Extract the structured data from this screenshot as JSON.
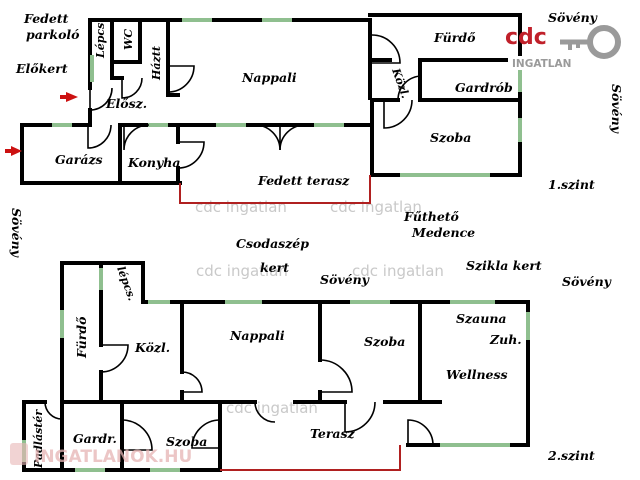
{
  "brand": {
    "logo_text": "cdc",
    "logo_sub": "INGATLAN",
    "footer_text": "INGATLANOK.HU",
    "watermark": "cdc ingatlan"
  },
  "floor1": {
    "level_label": "1.szint",
    "rooms": {
      "lepcso": "Lépcs",
      "wc": "WC",
      "haztart": "Háztt",
      "elosz": "Elősz.",
      "nappali": "Nappali",
      "furdo": "Fürdő",
      "kozl": "Közl.",
      "gardrob": "Gardrób",
      "szoba": "Szoba",
      "garazs": "Garázs",
      "konyha": "Konyha",
      "fedett_terasz": "Fedett terasz"
    }
  },
  "floor2": {
    "level_label": "2.szint",
    "rooms": {
      "lepcso": "lépcs.",
      "furdo": "Fürdő",
      "kozl": "Közl.",
      "nappali": "Nappali",
      "szoba": "Szoba",
      "szauna": "Szauna",
      "zuh": "Zuh.",
      "wellness": "Wellness",
      "padlaster": "Padlástér",
      "gardr": "Gardr.",
      "szoba2": "Szoba",
      "terasz": "Terasz"
    }
  },
  "outdoor": {
    "fedett_parkolo_1": "Fedett",
    "fedett_parkolo_2": "parkoló",
    "elokert": "Előkert",
    "soveny_top": "Sövény",
    "soveny_right1": "Sövény",
    "soveny_left": "Sövény",
    "soveny_mid": "Sövény",
    "soveny_right2": "Sövény",
    "futheto_1": "Fűthető",
    "futheto_2": "Medence",
    "csodaszep_1": "Csodaszép",
    "csodaszep_2": "kert",
    "szikla_kert": "Szikla kert"
  },
  "colors": {
    "wall": "#000000",
    "window": "#8fbf8f",
    "terrace_outline": "#b02020",
    "entry_arrow": "#cc1111",
    "logo_red": "#c0202a",
    "key_gray": "#9a9a9a"
  }
}
